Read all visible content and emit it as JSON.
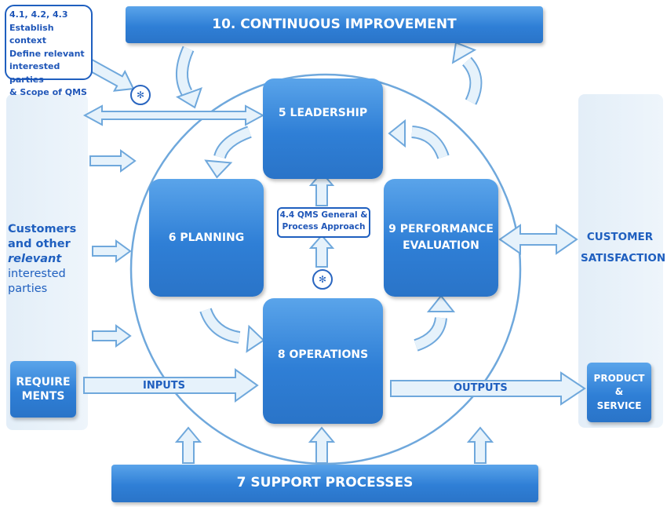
{
  "context_note": {
    "lines": [
      "4.1, 4.2, 4.3",
      "Establish context",
      "Define relevant",
      "interested parties",
      "& Scope of QMS"
    ]
  },
  "top_bar": "10. CONTINUOUS IMPROVEMENT",
  "bottom_bar": "7 SUPPORT PROCESSES",
  "boxes": {
    "leadership": "5 LEADERSHIP",
    "planning": "6 PLANNING",
    "performance": [
      "9 PERFORMANCE",
      "EVALUATION"
    ],
    "operations": "8 OPERATIONS",
    "requirements": [
      "REQUIRE",
      "MENTS"
    ],
    "product": [
      "PRODUCT",
      "&",
      "SERVICE"
    ]
  },
  "general_note": [
    "4.4 QMS General &",
    "Process Approach"
  ],
  "left_text": {
    "line1": "Customers",
    "line2": "and other",
    "line3": "relevant",
    "line4": "interested",
    "line5": "parties"
  },
  "right_text": [
    "CUSTOMER",
    "SATISFACTION"
  ],
  "inputs_label": "INPUTS",
  "outputs_label": "OUTPUTS",
  "star_symbol": "✻",
  "colors": {
    "box": "#2f7fd6",
    "text": "#1f5fbf",
    "arrow_fill": "#e6f2fb",
    "arrow_stroke": "#6fa8dc"
  }
}
